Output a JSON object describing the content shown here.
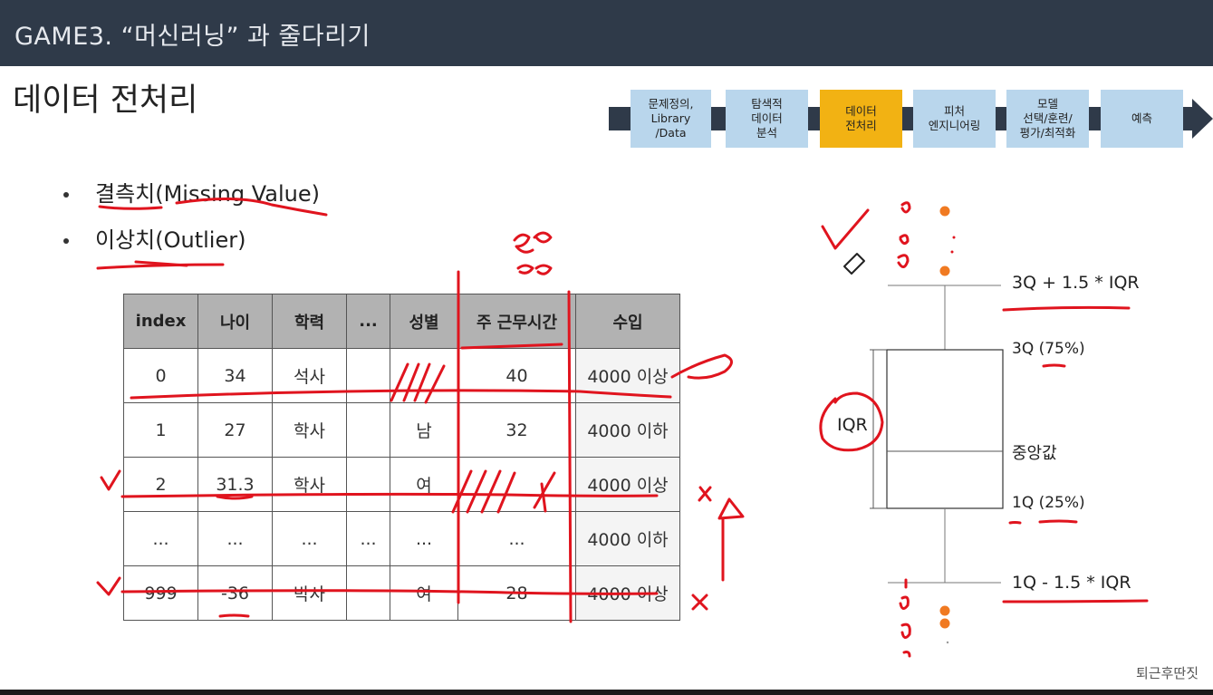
{
  "header": {
    "title": "GAME3.  “머신러닝” 과 줄다리기"
  },
  "slide": {
    "heading": "데이터 전처리"
  },
  "pipeline": {
    "stages": [
      {
        "label": "문제정의,\nLibrary\n/Data",
        "active": false
      },
      {
        "label": "탐색적\n데이터\n분석",
        "active": false
      },
      {
        "label": "데이터\n전처리",
        "active": true
      },
      {
        "label": "피처\n엔지니어링",
        "active": false
      },
      {
        "label": "모델\n선택/훈련/\n평가/최적화",
        "active": false
      },
      {
        "label": "예측",
        "active": false
      }
    ]
  },
  "bullets": [
    "결측치(Missing Value)",
    "이상치(Outlier)"
  ],
  "table": {
    "headers": [
      "index",
      "나이",
      "학력",
      "...",
      "성별",
      "주 근무시간",
      "수입"
    ],
    "rows": [
      [
        "0",
        "34",
        "석사",
        "",
        "",
        "40",
        "4000 이상"
      ],
      [
        "1",
        "27",
        "학사",
        "",
        "남",
        "32",
        "4000 이하"
      ],
      [
        "2",
        "31.3",
        "학사",
        "",
        "여",
        "",
        "4000 이상"
      ],
      [
        "...",
        "...",
        "...",
        "...",
        "...",
        "...",
        "4000 이하"
      ],
      [
        "999",
        "-36",
        "박사",
        "",
        "여",
        "28",
        "4000 이상"
      ]
    ]
  },
  "boxplot": {
    "upper_fence": "3Q + 1.5 * IQR",
    "q3": "3Q (75%)",
    "median": "중앙값",
    "q1": "1Q (25%)",
    "lower_fence": "1Q - 1.5 * IQR",
    "iqr": "IQR"
  },
  "colors": {
    "title_bar": "#2f3a49",
    "stage": "#b9d6ec",
    "stage_active": "#f2b213",
    "annotation": "#e0141e",
    "outlier": "#f07a22"
  },
  "watermark": "퇴근후딴짓"
}
